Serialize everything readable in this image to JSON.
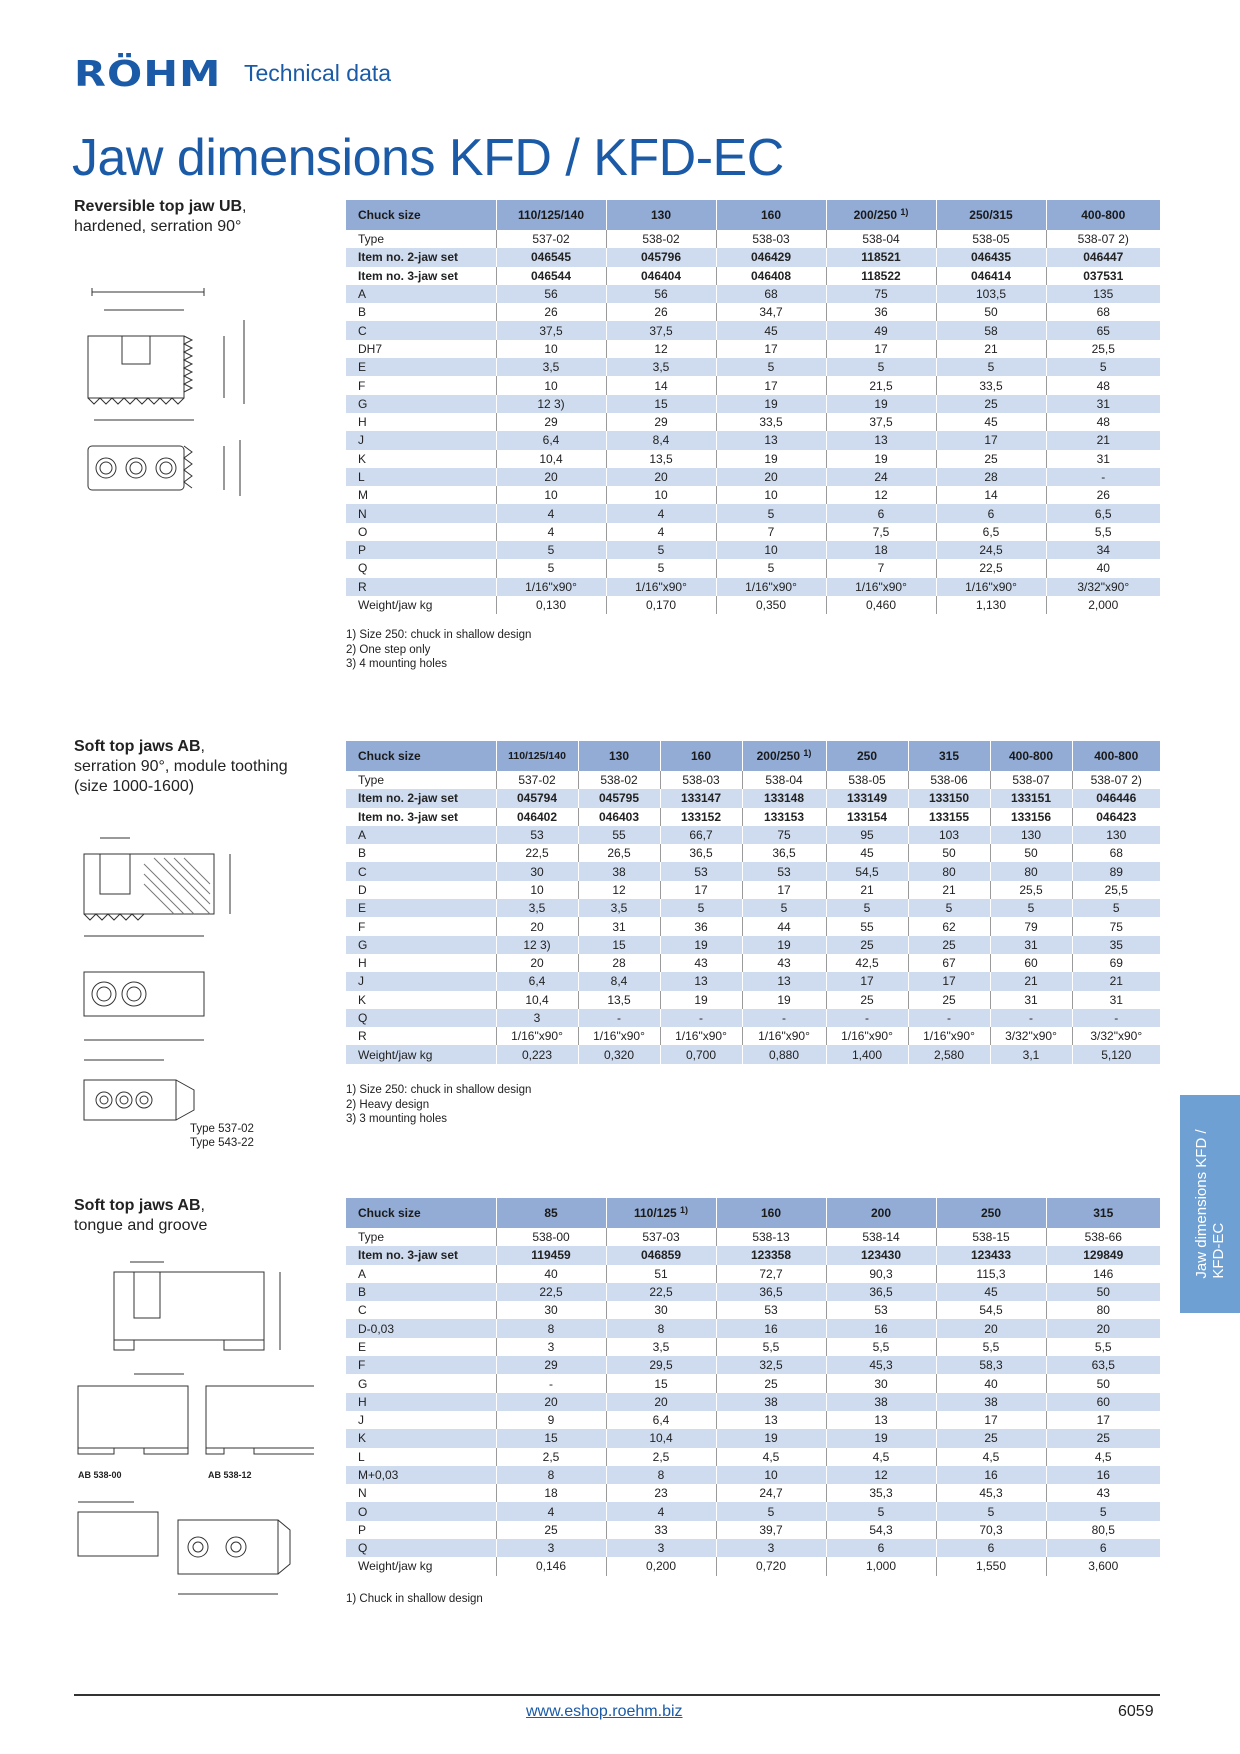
{
  "header": {
    "logo": "RÖHM",
    "section": "Technical data"
  },
  "title": "Jaw dimensions KFD / KFD-EC",
  "side_tab": {
    "line1": "Jaw dimensions KFD /",
    "line2": "KFD-EC"
  },
  "footer": {
    "url": "www.eshop.roehm.biz",
    "page": "6059"
  },
  "sections": [
    {
      "title": "Reversible top jaw UB",
      "subtitle_lines": [
        "hardened, serration 90°"
      ],
      "columns": [
        {
          "label": "Chuck size"
        },
        {
          "label": "110/125/140"
        },
        {
          "label": "130"
        },
        {
          "label": "160"
        },
        {
          "label": "200/250",
          "note": "1)"
        },
        {
          "label": "250/315"
        },
        {
          "label": "400-800"
        }
      ],
      "rows": [
        {
          "label": "Type",
          "values": [
            "537-02",
            "538-02",
            "538-03",
            "538-04",
            "538-05",
            "538-07 2)"
          ]
        },
        {
          "label": "Item no. 2-jaw set",
          "bold": true,
          "values": [
            "046545",
            "045796",
            "046429",
            "118521",
            "046435",
            "046447"
          ]
        },
        {
          "label": "Item no. 3-jaw set",
          "bold": true,
          "values": [
            "046544",
            "046404",
            "046408",
            "118522",
            "046414",
            "037531"
          ]
        },
        {
          "label": "A",
          "values": [
            "56",
            "56",
            "68",
            "75",
            "103,5",
            "135"
          ]
        },
        {
          "label": "B",
          "values": [
            "26",
            "26",
            "34,7",
            "36",
            "50",
            "68"
          ]
        },
        {
          "label": "C",
          "values": [
            "37,5",
            "37,5",
            "45",
            "49",
            "58",
            "65"
          ]
        },
        {
          "label": "DH7",
          "values": [
            "10",
            "12",
            "17",
            "17",
            "21",
            "25,5"
          ]
        },
        {
          "label": "E",
          "values": [
            "3,5",
            "3,5",
            "5",
            "5",
            "5",
            "5"
          ]
        },
        {
          "label": "F",
          "values": [
            "10",
            "14",
            "17",
            "21,5",
            "33,5",
            "48"
          ]
        },
        {
          "label": "G",
          "values": [
            "12 3)",
            "15",
            "19",
            "19",
            "25",
            "31"
          ]
        },
        {
          "label": "H",
          "values": [
            "29",
            "29",
            "33,5",
            "37,5",
            "45",
            "48"
          ]
        },
        {
          "label": "J",
          "values": [
            "6,4",
            "8,4",
            "13",
            "13",
            "17",
            "21"
          ]
        },
        {
          "label": "K",
          "values": [
            "10,4",
            "13,5",
            "19",
            "19",
            "25",
            "31"
          ]
        },
        {
          "label": "L",
          "values": [
            "20",
            "20",
            "20",
            "24",
            "28",
            "-"
          ]
        },
        {
          "label": "M",
          "values": [
            "10",
            "10",
            "10",
            "12",
            "14",
            "26"
          ]
        },
        {
          "label": "N",
          "values": [
            "4",
            "4",
            "5",
            "6",
            "6",
            "6,5"
          ]
        },
        {
          "label": "O",
          "values": [
            "4",
            "4",
            "7",
            "7,5",
            "6,5",
            "5,5"
          ]
        },
        {
          "label": "P",
          "values": [
            "5",
            "5",
            "10",
            "18",
            "24,5",
            "34"
          ]
        },
        {
          "label": "Q",
          "values": [
            "5",
            "5",
            "5",
            "7",
            "22,5",
            "40"
          ]
        },
        {
          "label": "R",
          "values": [
            "1/16\"x90°",
            "1/16\"x90°",
            "1/16\"x90°",
            "1/16\"x90°",
            "1/16\"x90°",
            "3/32\"x90°"
          ]
        },
        {
          "label": "Weight/jaw kg",
          "values": [
            "0,130",
            "0,170",
            "0,350",
            "0,460",
            "1,130",
            "2,000"
          ]
        }
      ],
      "notes": [
        "1) Size 250: chuck in shallow design",
        "2) One step only",
        "3) 4 mounting holes"
      ]
    },
    {
      "title": "Soft top jaws AB",
      "subtitle_lines": [
        "serration 90°, module toothing",
        "(size 1000-1600)"
      ],
      "columns": [
        {
          "label": "Chuck size"
        },
        {
          "label": "110/125/140"
        },
        {
          "label": "130"
        },
        {
          "label": "160"
        },
        {
          "label": "200/250",
          "note": "1)"
        },
        {
          "label": "250"
        },
        {
          "label": "315"
        },
        {
          "label": "400-800"
        },
        {
          "label": "400-800"
        }
      ],
      "rows": [
        {
          "label": "Type",
          "values": [
            "537-02",
            "538-02",
            "538-03",
            "538-04",
            "538-05",
            "538-06",
            "538-07",
            "538-07 2)"
          ]
        },
        {
          "label": "Item no. 2-jaw set",
          "bold": true,
          "values": [
            "045794",
            "045795",
            "133147",
            "133148",
            "133149",
            "133150",
            "133151",
            "046446"
          ]
        },
        {
          "label": "Item no. 3-jaw set",
          "bold": true,
          "values": [
            "046402",
            "046403",
            "133152",
            "133153",
            "133154",
            "133155",
            "133156",
            "046423"
          ]
        },
        {
          "label": "A",
          "values": [
            "53",
            "55",
            "66,7",
            "75",
            "95",
            "103",
            "130",
            "130"
          ]
        },
        {
          "label": "B",
          "values": [
            "22,5",
            "26,5",
            "36,5",
            "36,5",
            "45",
            "50",
            "50",
            "68"
          ]
        },
        {
          "label": "C",
          "values": [
            "30",
            "38",
            "53",
            "53",
            "54,5",
            "80",
            "80",
            "89"
          ]
        },
        {
          "label": "D",
          "values": [
            "10",
            "12",
            "17",
            "17",
            "21",
            "21",
            "25,5",
            "25,5"
          ]
        },
        {
          "label": "E",
          "values": [
            "3,5",
            "3,5",
            "5",
            "5",
            "5",
            "5",
            "5",
            "5"
          ]
        },
        {
          "label": "F",
          "values": [
            "20",
            "31",
            "36",
            "44",
            "55",
            "62",
            "79",
            "75"
          ]
        },
        {
          "label": "G",
          "values": [
            "12 3)",
            "15",
            "19",
            "19",
            "25",
            "25",
            "31",
            "35"
          ]
        },
        {
          "label": "H",
          "values": [
            "20",
            "28",
            "43",
            "43",
            "42,5",
            "67",
            "60",
            "69"
          ]
        },
        {
          "label": "J",
          "values": [
            "6,4",
            "8,4",
            "13",
            "13",
            "17",
            "17",
            "21",
            "21"
          ]
        },
        {
          "label": "K",
          "values": [
            "10,4",
            "13,5",
            "19",
            "19",
            "25",
            "25",
            "31",
            "31"
          ]
        },
        {
          "label": "Q",
          "values": [
            "3",
            "-",
            "-",
            "-",
            "-",
            "-",
            "-",
            "-"
          ]
        },
        {
          "label": "R",
          "values": [
            "1/16\"x90°",
            "1/16\"x90°",
            "1/16\"x90°",
            "1/16\"x90°",
            "1/16\"x90°",
            "1/16\"x90°",
            "3/32\"x90°",
            "3/32\"x90°"
          ]
        },
        {
          "label": "Weight/jaw kg",
          "values": [
            "0,223",
            "0,320",
            "0,700",
            "0,880",
            "1,400",
            "2,580",
            "3,1",
            "5,120"
          ]
        }
      ],
      "notes": [
        "1) Size 250: chuck in shallow design",
        "2) Heavy design",
        "3) 3 mounting holes"
      ],
      "drawing_labels": [
        "Type 537-02",
        "Type 543-22"
      ]
    },
    {
      "title": "Soft top jaws AB",
      "subtitle_lines": [
        "tongue and groove"
      ],
      "columns": [
        {
          "label": "Chuck size"
        },
        {
          "label": "85"
        },
        {
          "label": "110/125",
          "note": "1)"
        },
        {
          "label": "160"
        },
        {
          "label": "200"
        },
        {
          "label": "250"
        },
        {
          "label": "315"
        }
      ],
      "rows": [
        {
          "label": "Type",
          "values": [
            "538-00",
            "537-03",
            "538-13",
            "538-14",
            "538-15",
            "538-66"
          ]
        },
        {
          "label": "Item no. 3-jaw set",
          "bold": true,
          "values": [
            "119459",
            "046859",
            "123358",
            "123430",
            "123433",
            "129849"
          ]
        },
        {
          "label": "A",
          "values": [
            "40",
            "51",
            "72,7",
            "90,3",
            "115,3",
            "146"
          ]
        },
        {
          "label": "B",
          "values": [
            "22,5",
            "22,5",
            "36,5",
            "36,5",
            "45",
            "50"
          ]
        },
        {
          "label": "C",
          "values": [
            "30",
            "30",
            "53",
            "53",
            "54,5",
            "80"
          ]
        },
        {
          "label": "D-0,03",
          "values": [
            "8",
            "8",
            "16",
            "16",
            "20",
            "20"
          ]
        },
        {
          "label": "E",
          "values": [
            "3",
            "3,5",
            "5,5",
            "5,5",
            "5,5",
            "5,5"
          ]
        },
        {
          "label": "F",
          "values": [
            "29",
            "29,5",
            "32,5",
            "45,3",
            "58,3",
            "63,5"
          ]
        },
        {
          "label": "G",
          "values": [
            "-",
            "15",
            "25",
            "30",
            "40",
            "50"
          ]
        },
        {
          "label": "H",
          "values": [
            "20",
            "20",
            "38",
            "38",
            "38",
            "60"
          ]
        },
        {
          "label": "J",
          "values": [
            "9",
            "6,4",
            "13",
            "13",
            "17",
            "17"
          ]
        },
        {
          "label": "K",
          "values": [
            "15",
            "10,4",
            "19",
            "19",
            "25",
            "25"
          ]
        },
        {
          "label": "L",
          "values": [
            "2,5",
            "2,5",
            "4,5",
            "4,5",
            "4,5",
            "4,5"
          ]
        },
        {
          "label": "M+0,03",
          "values": [
            "8",
            "8",
            "10",
            "12",
            "16",
            "16"
          ]
        },
        {
          "label": "N",
          "values": [
            "18",
            "23",
            "24,7",
            "35,3",
            "45,3",
            "43"
          ]
        },
        {
          "label": "O",
          "values": [
            "4",
            "4",
            "5",
            "5",
            "5",
            "5"
          ]
        },
        {
          "label": "P",
          "values": [
            "25",
            "33",
            "39,7",
            "54,3",
            "70,3",
            "80,5"
          ]
        },
        {
          "label": "Q",
          "values": [
            "3",
            "3",
            "3",
            "6",
            "6",
            "6"
          ]
        },
        {
          "label": "Weight/jaw kg",
          "values": [
            "0,146",
            "0,200",
            "0,720",
            "1,000",
            "1,550",
            "3,600"
          ]
        }
      ],
      "notes": [
        "1) Chuck in shallow design"
      ],
      "drawing_labels": [
        "AB 538-00",
        "AB 538-12"
      ]
    }
  ]
}
